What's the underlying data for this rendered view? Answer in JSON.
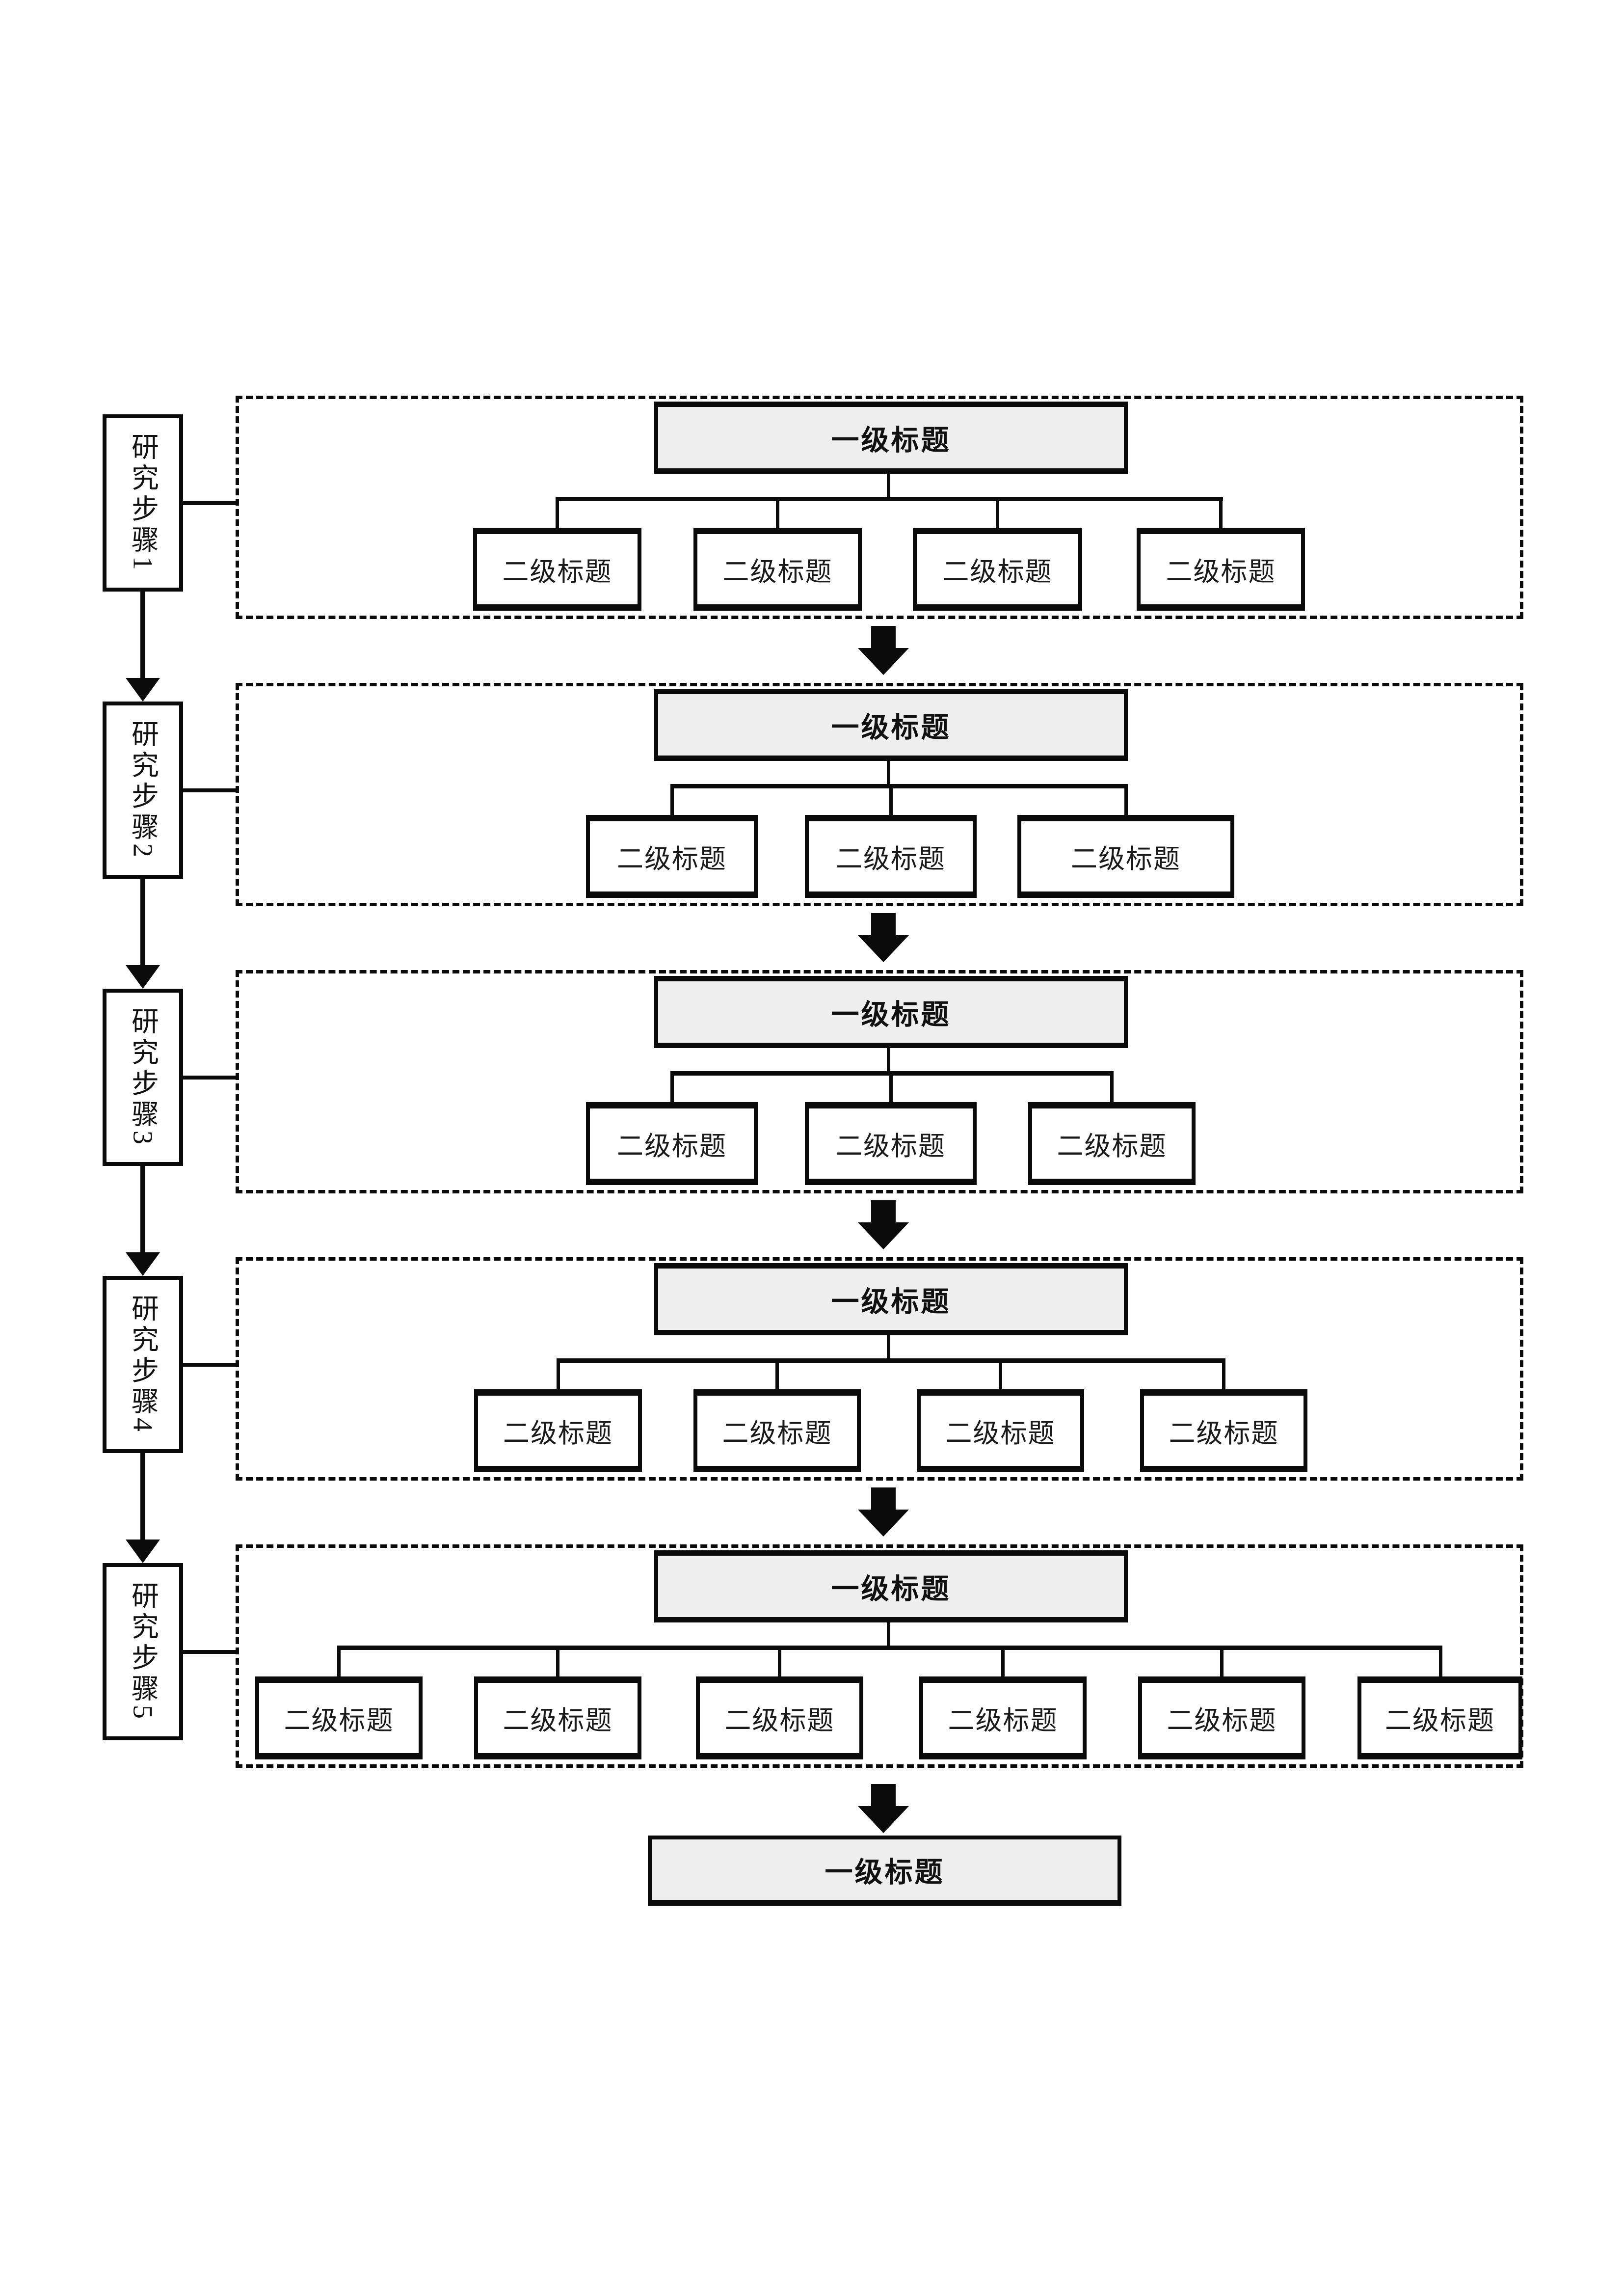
{
  "steps": [
    "研究步骤1",
    "研究步骤2",
    "研究步骤3",
    "研究步骤4",
    "研究步骤5"
  ],
  "sections": [
    {
      "heading": "一级标题",
      "children": [
        "二级标题",
        "二级标题",
        "二级标题",
        "二级标题"
      ]
    },
    {
      "heading": "一级标题",
      "children": [
        "二级标题",
        "二级标题",
        "二级标题"
      ]
    },
    {
      "heading": "一级标题",
      "children": [
        "二级标题",
        "二级标题",
        "二级标题"
      ]
    },
    {
      "heading": "一级标题",
      "children": [
        "二级标题",
        "二级标题",
        "二级标题",
        "二级标题"
      ]
    },
    {
      "heading": "一级标题",
      "children": [
        "二级标题",
        "二级标题",
        "二级标题",
        "二级标题",
        "二级标题",
        "二级标题"
      ]
    }
  ],
  "final_heading": "一级标题",
  "icons": {
    "down_arrow_block": "black block down-arrow between phases",
    "down_arrow_thin": "thin down-arrow between step boxes"
  },
  "colors": {
    "background": "#ffffff",
    "line": "#0a0a0a",
    "heading_fill": "#eeeeee",
    "box_fill": "#ffffff",
    "text": "#1a1a1a"
  }
}
